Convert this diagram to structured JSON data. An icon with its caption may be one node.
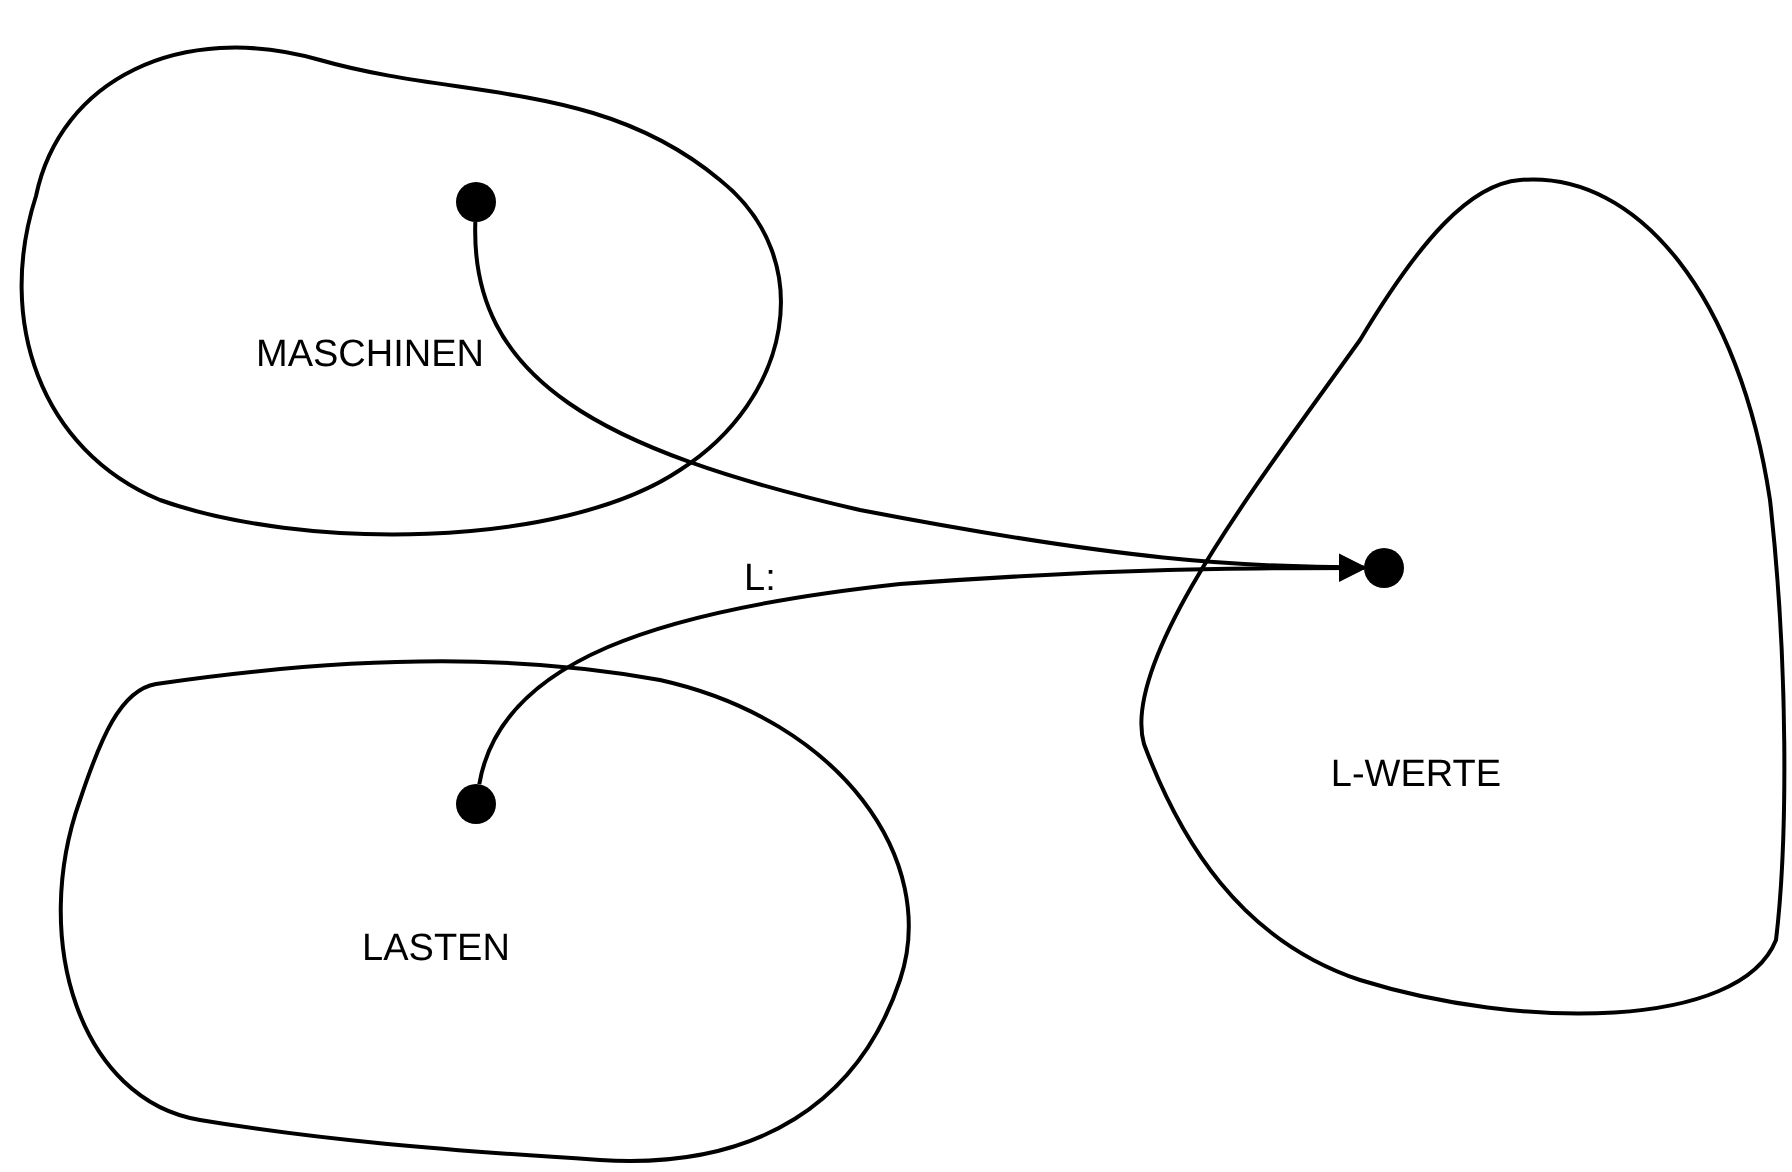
{
  "diagram": {
    "nodes": [
      {
        "text": [
          "MASCHINEN"
        ]
      },
      {
        "text": [
          "LASTEN"
        ]
      },
      {
        "text": [
          "L-WERTE"
        ]
      },
      {
        "text": [],
        "shape": "circle",
        "in": 0
      },
      {
        "text": [],
        "shape": "circle",
        "in": 1
      },
      {
        "text": [],
        "shape": "circle",
        "in": 2
      }
    ],
    "edges": [
      {
        "from": 3,
        "to": 5,
        "arrow": "to"
      },
      {
        "from": 4,
        "to": 5,
        "arrow": "to"
      }
    ],
    "labels": [
      "L:"
    ]
  }
}
